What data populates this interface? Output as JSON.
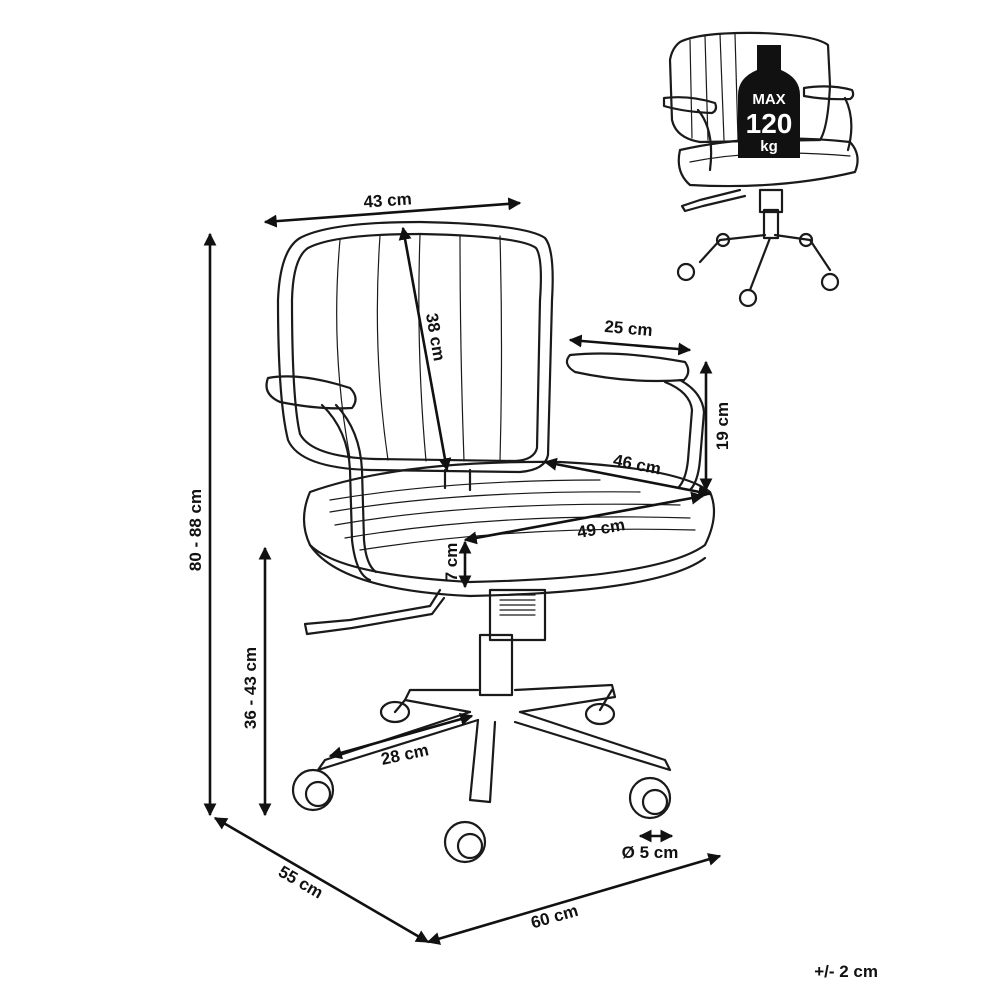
{
  "dimensions": {
    "backrest_width": "43 cm",
    "backrest_height": "38 cm",
    "armrest_length": "25 cm",
    "armrest_height": "19 cm",
    "seat_depth": "46 cm",
    "seat_width": "49 cm",
    "seat_thickness": "7 cm",
    "total_height": "80 - 88 cm",
    "seat_height": "36 - 43 cm",
    "leg_length": "28 cm",
    "wheel_diameter": "Ø 5 cm",
    "base_depth": "55 cm",
    "base_width": "60 cm"
  },
  "capacity": {
    "line1": "MAX",
    "line2": "120",
    "line3": "kg"
  },
  "tolerance": "+/- 2 cm"
}
